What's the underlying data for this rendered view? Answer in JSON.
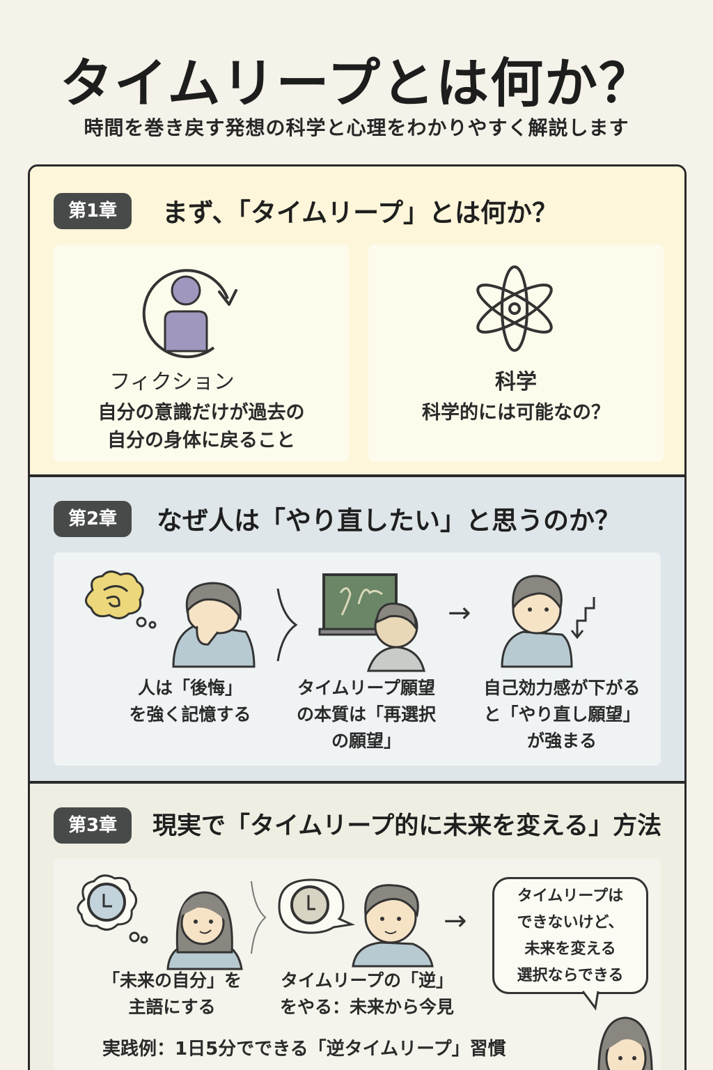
{
  "header": {
    "title": "タイムリープとは何か？",
    "subtitle": "時間を巻き戻す発想の科学と心理をわかりやすく解説します"
  },
  "chapters": [
    {
      "badge": "第1章",
      "title": "まず、「タイムリープ」とは何か？",
      "bg_color": "#fdf6da",
      "cards": [
        {
          "icon": "person-cycle-icon",
          "heading": "フィクション",
          "lines": [
            "自分の意識だけが過去の",
            "自分の身体に戻ること"
          ]
        },
        {
          "icon": "atom-icon",
          "heading": "科学",
          "lines": [
            "科学的には可能なの？"
          ]
        }
      ]
    },
    {
      "badge": "第2章",
      "title": "なぜ人は「やり直したい」と思うのか？",
      "bg_color": "#dfe6e9",
      "steps": [
        {
          "icon": "regretful-person-icon",
          "lines": [
            "人は「後悔」",
            "を強く記憶する"
          ]
        },
        {
          "icon": "person-chalkboard-icon",
          "lines": [
            "タイムリープ願望",
            "の本質は「再選択",
            "の願望」"
          ]
        },
        {
          "icon": "person-down-arrow-icon",
          "lines": [
            "自己効力感が下がる",
            "と「やり直し願望」",
            "が強まる"
          ]
        }
      ],
      "connectors": [
        "〉",
        "→"
      ]
    },
    {
      "badge": "第3章",
      "title": "現実で「タイムリープ的に未来を変える」方法",
      "bg_color": "#eeeee2",
      "steps": [
        {
          "icon": "person-clock-thought-icon",
          "lines": [
            "「未来の自分」を",
            "主語にする"
          ]
        },
        {
          "icon": "person-clock-speech-icon",
          "lines": [
            "タイムリープの「逆」",
            "をやる：未来から今見"
          ]
        }
      ],
      "connectors": [
        "〉",
        "→"
      ],
      "speech_bubble": [
        "タイムリープは",
        "できないけど、",
        "未来を変える",
        "選択ならできる"
      ],
      "footer": "実践例：1日5分でできる「逆タイムリープ」習慣"
    }
  ],
  "colors": {
    "badge_bg": "#474a48",
    "border": "#2a2a2a",
    "person_purple": "#9f97be",
    "shirt_blue": "#b8cad1",
    "skin": "#f6e3c6",
    "hair": "#8a8781",
    "thought_yellow": "#ecd77a",
    "chalkboard": "#6b8666"
  }
}
